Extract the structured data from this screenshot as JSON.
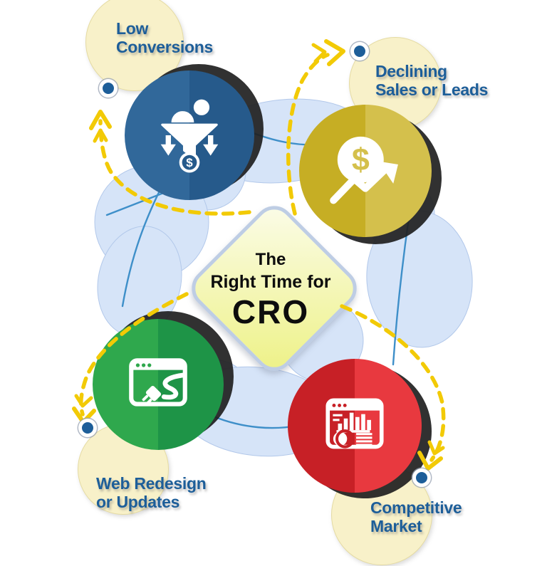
{
  "diagram": {
    "center": {
      "line1": "The",
      "line2": "Right Time for",
      "line3": "CRO"
    }
  },
  "nodes": {
    "low_conversions": {
      "label1": "Low",
      "label2": "Conversions",
      "icon": "conversion-funnel-icon"
    },
    "declining_sales": {
      "label1": "Declining",
      "label2": "Sales or Leads",
      "icon": "dollar-growth-icon"
    },
    "web_redesign": {
      "label1": "Web Redesign",
      "label2": "or Updates",
      "icon": "website-plug-icon"
    },
    "competitive_market": {
      "label1": "Competitive",
      "label2": "Market",
      "icon": "analytics-dashboard-icon"
    }
  },
  "icons": {
    "dollar_glyph": "$"
  },
  "colors": {
    "blue_left": "#31689a",
    "blue_right": "#265a8b",
    "gold_left": "#c6ae24",
    "gold_right": "#d4c04c",
    "green_left": "#2fa84d",
    "green_right": "#1e9447",
    "red_left": "#c72026",
    "red_right": "#e8393f",
    "cream": "#f8f1c9",
    "cream_border": "#e5dba2",
    "label_text": "#1d5e99",
    "title_text": "#0d0d0d",
    "diamond_fill_light": "#fbfce9",
    "diamond_fill": "#eef28b",
    "diamond_border": "#becde4",
    "blob_fill": "#d6e4f8",
    "blob_border": "#b2c8ea",
    "line_blue": "#3e8fc9",
    "arrow_yellow": "#f2ca06",
    "dot_navy": "#1d5e99",
    "shadow_black": "#1f1f1f"
  }
}
